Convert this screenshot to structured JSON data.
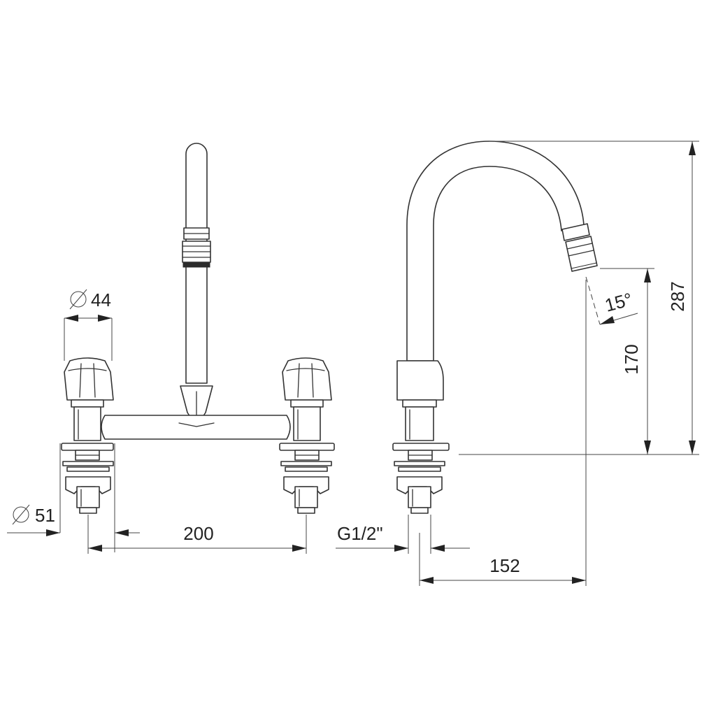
{
  "dimensions": {
    "handle_diameter": "44",
    "base_diameter": "51",
    "center_distance": "200",
    "thread": "G1/2\"",
    "reach": "152",
    "spout_height": "170",
    "total_height": "287",
    "spout_angle": "15°"
  },
  "symbols": {
    "diameter": "diameter-symbol"
  }
}
